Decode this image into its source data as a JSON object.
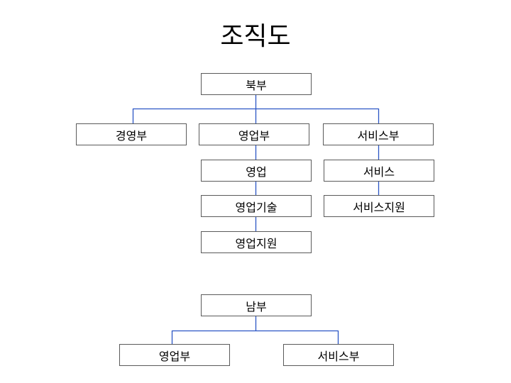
{
  "title": "조직도",
  "chart1": {
    "root": "북부",
    "branches": [
      "경영부",
      "영업부",
      "서비스부"
    ],
    "sales_children": [
      "영업",
      "영업기술",
      "영업지원"
    ],
    "service_children": [
      "서비스",
      "서비스지원"
    ]
  },
  "chart2": {
    "root": "남부",
    "branches": [
      "영업부",
      "서비스부"
    ]
  },
  "colors": {
    "connector": "#2b55c5",
    "box_border": "#5a5a5a"
  }
}
